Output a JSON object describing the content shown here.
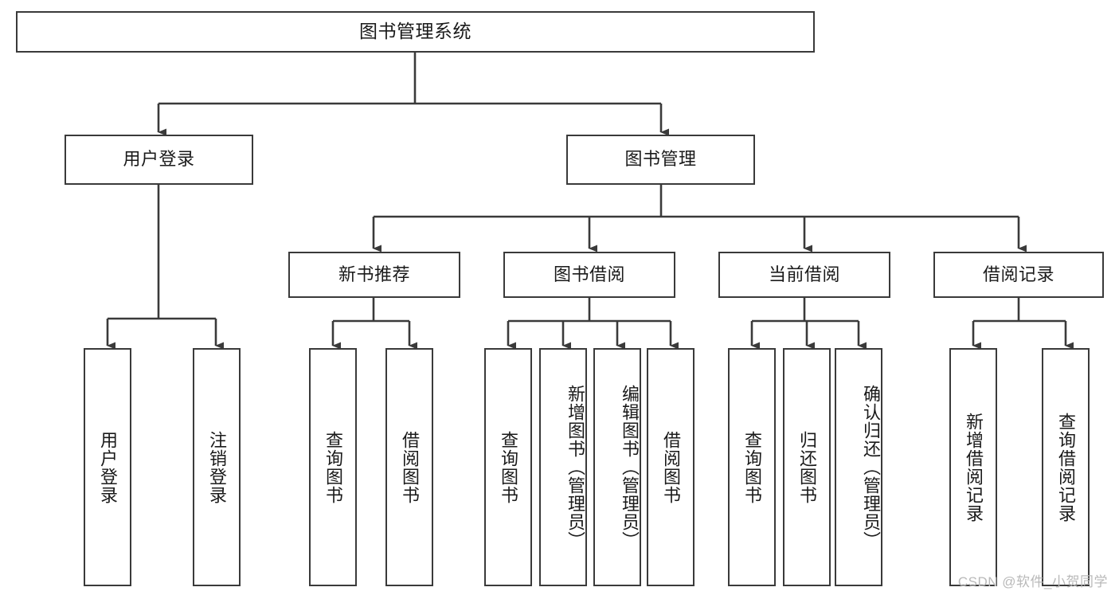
{
  "diagram": {
    "title": "图书管理系统",
    "type": "hierarchy-tree",
    "watermark": "CSDN @软件_小贺同学",
    "stroke_color": "#3a3a3a",
    "fill_color": "#ffffff",
    "text_color": "#1a1a1a",
    "watermark_color": "#b9b9b9",
    "levels": [
      {
        "level": 1,
        "nodes": [
          {
            "id": "root",
            "label": "图书管理系统",
            "orientation": "horizontal"
          }
        ]
      },
      {
        "level": 2,
        "nodes": [
          {
            "id": "user-login",
            "label": "用户登录",
            "orientation": "horizontal"
          },
          {
            "id": "book-manage",
            "label": "图书管理",
            "orientation": "horizontal"
          }
        ]
      },
      {
        "level": 3,
        "nodes": [
          {
            "id": "new-book-rec",
            "label": "新书推荐",
            "orientation": "horizontal"
          },
          {
            "id": "book-borrow",
            "label": "图书借阅",
            "orientation": "horizontal"
          },
          {
            "id": "current-borrow",
            "label": "当前借阅",
            "orientation": "horizontal"
          },
          {
            "id": "borrow-record",
            "label": "借阅记录",
            "orientation": "horizontal"
          }
        ]
      },
      {
        "level": 4,
        "nodes": [
          {
            "id": "leaf-user-login",
            "label": "用户登录",
            "orientation": "vertical",
            "parent": "user-login"
          },
          {
            "id": "leaf-user-logout",
            "label": "注销登录",
            "orientation": "vertical",
            "parent": "user-login"
          },
          {
            "id": "leaf-rec-query",
            "label": "查询图书",
            "orientation": "vertical",
            "parent": "new-book-rec"
          },
          {
            "id": "leaf-rec-borrow",
            "label": "借阅图书",
            "orientation": "vertical",
            "parent": "new-book-rec"
          },
          {
            "id": "leaf-bb-query",
            "label": "查询图书",
            "orientation": "vertical",
            "parent": "book-borrow"
          },
          {
            "id": "leaf-bb-add",
            "label": "新增图书（管理员）",
            "orientation": "vertical",
            "parent": "book-borrow"
          },
          {
            "id": "leaf-bb-edit",
            "label": "编辑图书（管理员）",
            "orientation": "vertical",
            "parent": "book-borrow"
          },
          {
            "id": "leaf-bb-borrow",
            "label": "借阅图书",
            "orientation": "vertical",
            "parent": "book-borrow"
          },
          {
            "id": "leaf-cb-query",
            "label": "查询图书",
            "orientation": "vertical",
            "parent": "current-borrow"
          },
          {
            "id": "leaf-cb-return",
            "label": "归还图书",
            "orientation": "vertical",
            "parent": "current-borrow"
          },
          {
            "id": "leaf-cb-confirm",
            "label": "确认归还（管理员）",
            "orientation": "vertical",
            "parent": "current-borrow"
          },
          {
            "id": "leaf-br-add",
            "label": "新增借阅记录",
            "orientation": "vertical",
            "parent": "borrow-record"
          },
          {
            "id": "leaf-br-query",
            "label": "查询借阅记录",
            "orientation": "vertical",
            "parent": "borrow-record"
          }
        ]
      }
    ]
  }
}
